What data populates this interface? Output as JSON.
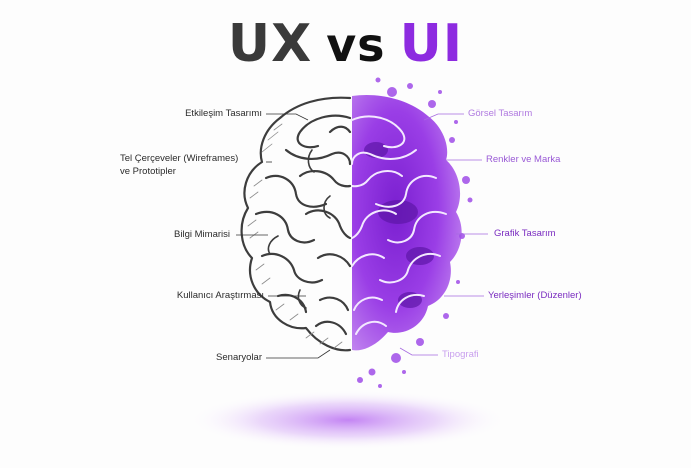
{
  "title": {
    "ux": "UX",
    "vs": "vs",
    "ui": "UI"
  },
  "colors": {
    "ux": "#3a3a3a",
    "ui": "#8d2be0",
    "ui_label_dark": "#7a2cc0",
    "ui_label_light": "#b07ae0",
    "leader_left": "#333333",
    "leader_right": "#a66be0"
  },
  "ux_labels": [
    "Etkileşim Tasarımı",
    "Tel Çerçeveler (Wireframes)",
    "ve Prototipler",
    "Bilgi Mimarisi",
    "Kullanıcı Araştırması",
    "Senaryolar"
  ],
  "ui_labels": [
    "Görsel Tasarım",
    "Renkler ve Marka",
    "Grafik Tasarım",
    "Yerleşimler (Düzenler)",
    "Tipografi"
  ]
}
